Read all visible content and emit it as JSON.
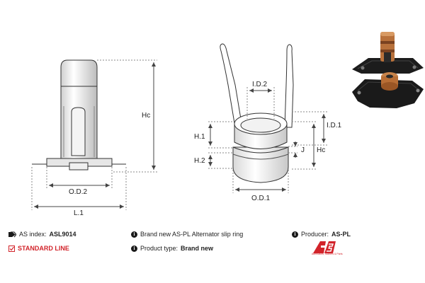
{
  "labels": {
    "hc_left": "Hc",
    "od2": "O.D.2",
    "l1": "L.1",
    "id2": "I.D.2",
    "id1": "I.D.1",
    "h1": "H.1",
    "h2": "H.2",
    "j": "J",
    "hc_right": "Hc",
    "od1": "O.D.1"
  },
  "info": {
    "index_label": "AS index:",
    "index_value": "ASL9014",
    "standard_line": "STANDARD LINE",
    "description": "Brand new AS-PL Alternator slip ring",
    "product_type_label": "Product type:",
    "product_type_value": "Brand new",
    "producer_label": "Producer:",
    "producer_value": "AS-PL",
    "logo_text": "AS",
    "logo_subtext": "Alternators, Starters & Parts"
  },
  "colors": {
    "accent_red": "#d2232a",
    "line": "#333333",
    "dim_line": "#666666"
  },
  "icons": {
    "tag": "tag-icon",
    "info": "info-icon",
    "check": "checkbox-icon"
  }
}
